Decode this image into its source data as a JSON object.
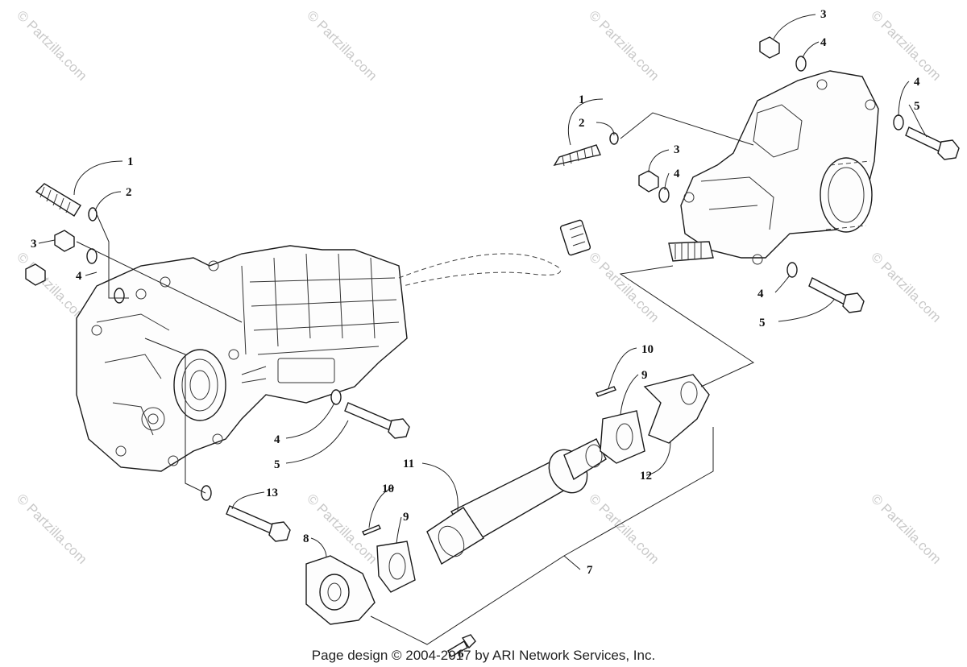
{
  "callouts": {
    "c1a": "1",
    "c2a": "2",
    "c3a": "3",
    "c4a": "4",
    "c4b": "4",
    "c5b": "5",
    "c13": "13",
    "c1b": "1",
    "c2b": "2",
    "c3b": "3",
    "c4c": "4",
    "c3c": "3",
    "c4d": "4",
    "c4e": "4",
    "c5c": "5",
    "c4f": "4",
    "c5d": "5",
    "c10a": "10",
    "c9a": "9",
    "c12": "12",
    "c11": "11",
    "c10b": "10",
    "c9b": "9",
    "c8": "8",
    "c7": "7",
    "c6": "6"
  },
  "watermark": "© Partzilla.com",
  "footer": "Page design © 2004-2017 by ARI Network Services, Inc."
}
